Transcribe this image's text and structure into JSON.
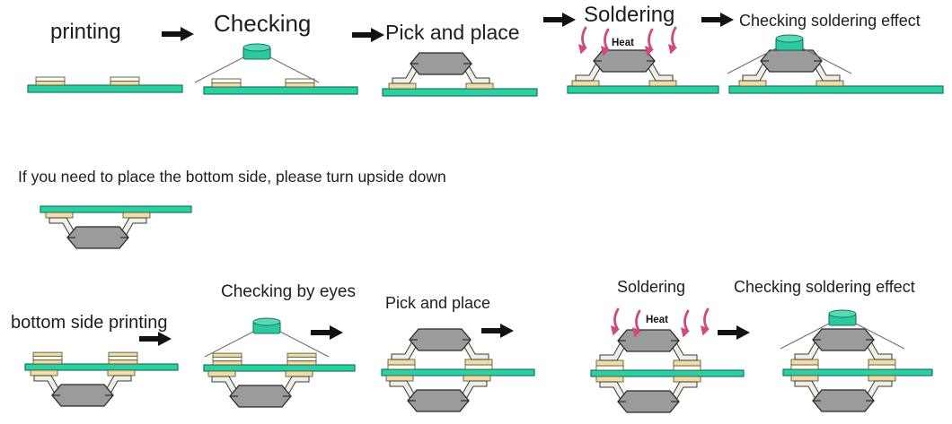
{
  "process_flow": {
    "top_row": {
      "steps": [
        {
          "label": "printing"
        },
        {
          "label": "Checking"
        },
        {
          "label": "Pick and place"
        },
        {
          "label": "Soldering",
          "heat_label": "Heat"
        },
        {
          "label": "Checking soldering effect"
        }
      ]
    },
    "note": "If you need to place the bottom side, please turn upside down",
    "bottom_row": {
      "steps": [
        {
          "label": "bottom side printing"
        },
        {
          "label": "Checking by eyes"
        },
        {
          "label": "Pick and place"
        },
        {
          "label": "Soldering",
          "heat_label": "Heat"
        },
        {
          "label": "Checking soldering effect"
        }
      ]
    },
    "colors": {
      "board_green": "#2bcfa1",
      "board_edge": "#0f7d5e",
      "pad_cream": "#f0dca6",
      "paste_white": "#fbfaf2",
      "component_gray": "#9b9b9b",
      "lead_light": "#efefe6",
      "heat_pink": "#d04a7d",
      "flow_arrow_black": "#121212",
      "camera_teal": "#2cc9a0"
    }
  }
}
